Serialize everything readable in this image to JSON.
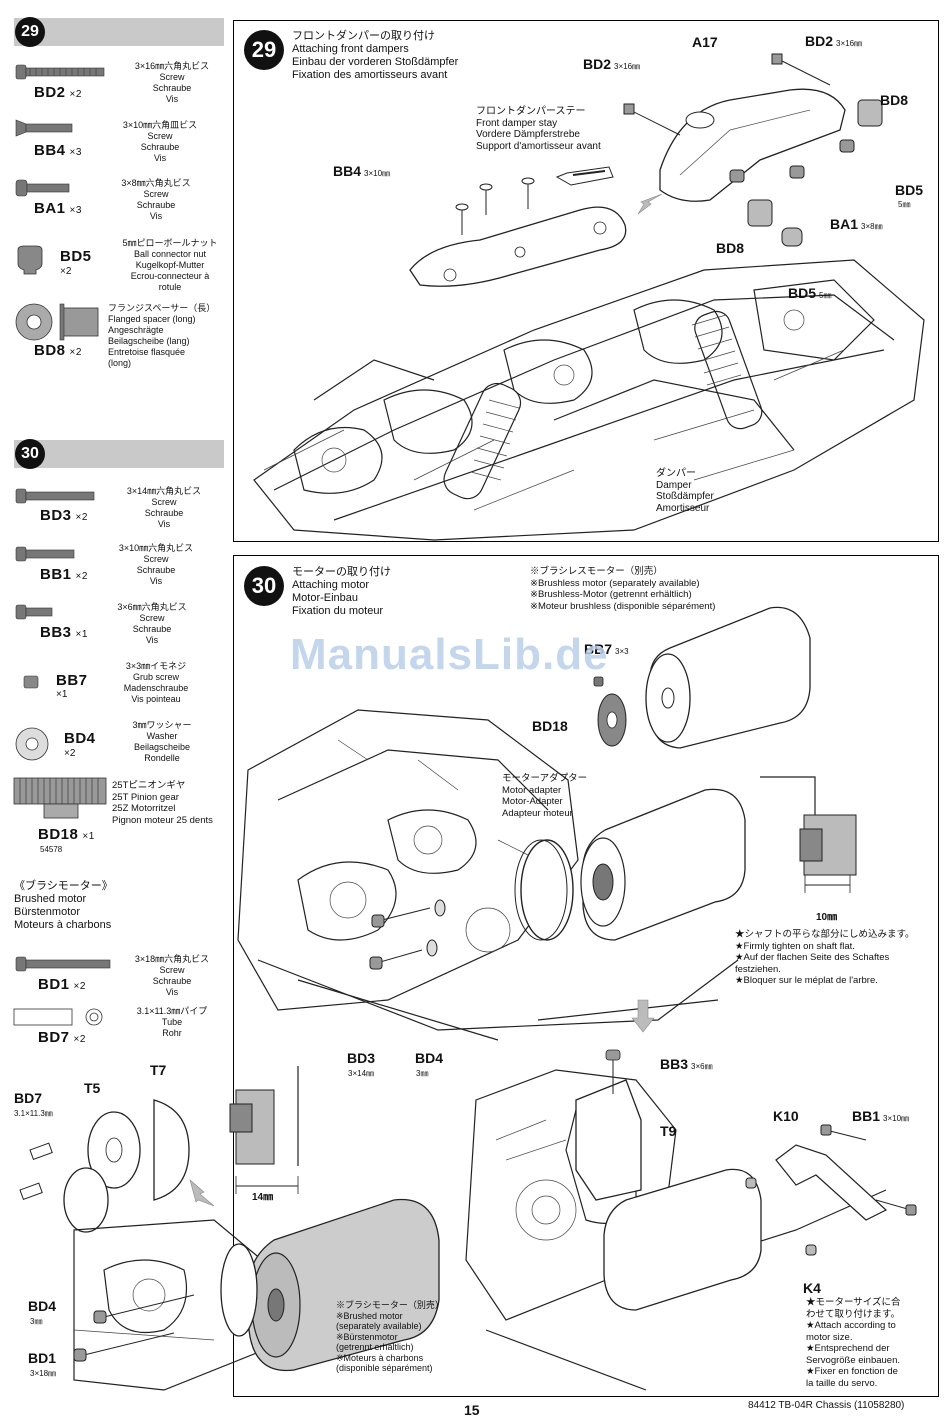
{
  "left_column": {
    "step29": {
      "number": "29",
      "parts": [
        {
          "code": "BD2",
          "qty": "×2",
          "lines": [
            "3×16㎜六角丸ビス",
            "Screw",
            "Schraube",
            "Vis"
          ]
        },
        {
          "code": "BB4",
          "qty": "×3",
          "lines": [
            "3×10㎜六角皿ビス",
            "Screw",
            "Schraube",
            "Vis"
          ]
        },
        {
          "code": "BA1",
          "qty": "×3",
          "lines": [
            "3×8㎜六角丸ビス",
            "Screw",
            "Schraube",
            "Vis"
          ]
        },
        {
          "code": "BD5",
          "qty": "×2",
          "lines": [
            "5㎜ピローボールナット",
            "Ball connector nut",
            "Kugelkopf-Mutter",
            "Ecrou-connecteur à",
            "rotule"
          ]
        },
        {
          "code": "BD8",
          "qty": "×2",
          "lines": [
            "フランジスペーサー（長）",
            "Flanged spacer (long)",
            "Angeschrägte",
            "Beilagscheibe (lang)",
            "Entretoise flasquée",
            "(long)"
          ]
        }
      ]
    },
    "step30": {
      "number": "30",
      "parts": [
        {
          "code": "BD3",
          "qty": "×2",
          "lines": [
            "3×14㎜六角丸ビス",
            "Screw",
            "Schraube",
            "Vis"
          ]
        },
        {
          "code": "BB1",
          "qty": "×2",
          "lines": [
            "3×10㎜六角丸ビス",
            "Screw",
            "Schraube",
            "Vis"
          ]
        },
        {
          "code": "BB3",
          "qty": "×1",
          "lines": [
            "3×6㎜六角丸ビス",
            "Screw",
            "Schraube",
            "Vis"
          ]
        },
        {
          "code": "BB7",
          "qty": "×1",
          "lines": [
            "3×3㎜イモネジ",
            "Grub screw",
            "Madenschraube",
            "Vis pointeau"
          ]
        },
        {
          "code": "BD4",
          "qty": "×2",
          "lines": [
            "3㎜ワッシャー",
            "Washer",
            "Beilagscheibe",
            "Rondelle"
          ]
        },
        {
          "code": "BD18",
          "qty": "×1",
          "number": "54578",
          "lines": [
            "25Tピニオンギヤ",
            "25T Pinion gear",
            "25Z Motorritzel",
            "Pignon moteur 25 dents"
          ]
        }
      ],
      "brushed_heading": [
        "《ブラシモーター》",
        "Brushed motor",
        "Bürstenmotor",
        "Moteurs à charbons"
      ],
      "brushed_parts": [
        {
          "code": "BD1",
          "qty": "×2",
          "lines": [
            "3×18㎜六角丸ビス",
            "Screw",
            "Schraube",
            "Vis"
          ]
        },
        {
          "code": "BD7",
          "qty": "×2",
          "lines": [
            "3.1×11.3㎜パイプ",
            "Tube",
            "Rohr"
          ]
        }
      ]
    }
  },
  "panel29": {
    "number": "29",
    "title": [
      "フロントダンパーの取り付け",
      "Attaching front dampers",
      "Einbau der vorderen Stoßdämpfer",
      "Fixation des amortisseurs avant"
    ],
    "stay_label": [
      "フロントダンパーステー",
      "Front damper stay",
      "Vordere Dämpferstrebe",
      "Support d'amortisseur avant"
    ],
    "damper_label": [
      "ダンパー",
      "Damper",
      "Stoßdämpfer",
      "Amortisseur"
    ],
    "labels": {
      "a17": "A17",
      "bd2_left": "BD2",
      "bd2_left_size": "3×16㎜",
      "bd2_right": "BD2",
      "bd2_right_size": "3×16㎜",
      "bd8_top": "BD8",
      "bd5_top": "BD5",
      "bd5_top_size": "5㎜",
      "bb4": "BB4",
      "bb4_size": "3×10㎜",
      "ba1": "BA1",
      "ba1_size": "3×8㎜",
      "bd8_bottom": "BD8",
      "bd5_bottom": "BD5",
      "bd5_bottom_size": "5㎜"
    }
  },
  "panel30": {
    "number": "30",
    "title": [
      "モーターの取り付け",
      "Attaching motor",
      "Motor-Einbau",
      "Fixation du moteur"
    ],
    "brushless_note": [
      "※ブラシレスモーター（別売）",
      "※Brushless motor (separately available)",
      "※Brushless-Motor (getrennt erhältlich)",
      "※Moteur brushless (disponible séparément)"
    ],
    "adapter_label": [
      "モーターアダプター",
      "Motor adapter",
      "Motor-Adapter",
      "Adapteur moteur"
    ],
    "shaft_note": [
      "★シャフトの平らな部分にしめ込みます。",
      "★Firmly tighten on shaft flat.",
      "★Auf der flachen Seite des Schaftes",
      "festziehen.",
      "★Bloquer sur le méplat de l'arbre."
    ],
    "servo_note": [
      "★モーターサイズに合",
      "わせて取り付けます。",
      "★Attach according to",
      "motor size.",
      "★Entsprechend der",
      "Servogröße einbauen.",
      "★Fixer en fonction de",
      "la taille du servo."
    ],
    "brushed_note": [
      "※ブラシモーター（別売）",
      "※Brushed motor",
      "(separately available)",
      "※Bürstenmotor",
      "(getrennt erhältlich)",
      "※Moteurs à charbons",
      "(disponible séparément)"
    ],
    "labels": {
      "bb7": "BB7",
      "bb7_size": "3×3",
      "bd18": "BD18",
      "bd3": "BD3",
      "bd3_size": "3×14㎜",
      "bd4": "BD4",
      "bd4_size": "3㎜",
      "dim10": "10㎜",
      "bb3": "BB3",
      "bb3_size": "3×6㎜",
      "t9": "T9",
      "k10": "K10",
      "bb1": "BB1",
      "bb1_size": "3×10㎜",
      "k4": "K4",
      "bd7": "BD7",
      "bd7_size": "3.1×11.3㎜",
      "t5": "T5",
      "t7": "T7",
      "dim14": "14㎜",
      "bd4_lower": "BD4",
      "bd4_lower_size": "3㎜",
      "bd1": "BD1",
      "bd1_size": "3×18㎜"
    }
  },
  "watermark": "ManualsLib.de",
  "footer": {
    "page_number": "15",
    "right": "84412  TB-04R Chassis (11058280)"
  }
}
